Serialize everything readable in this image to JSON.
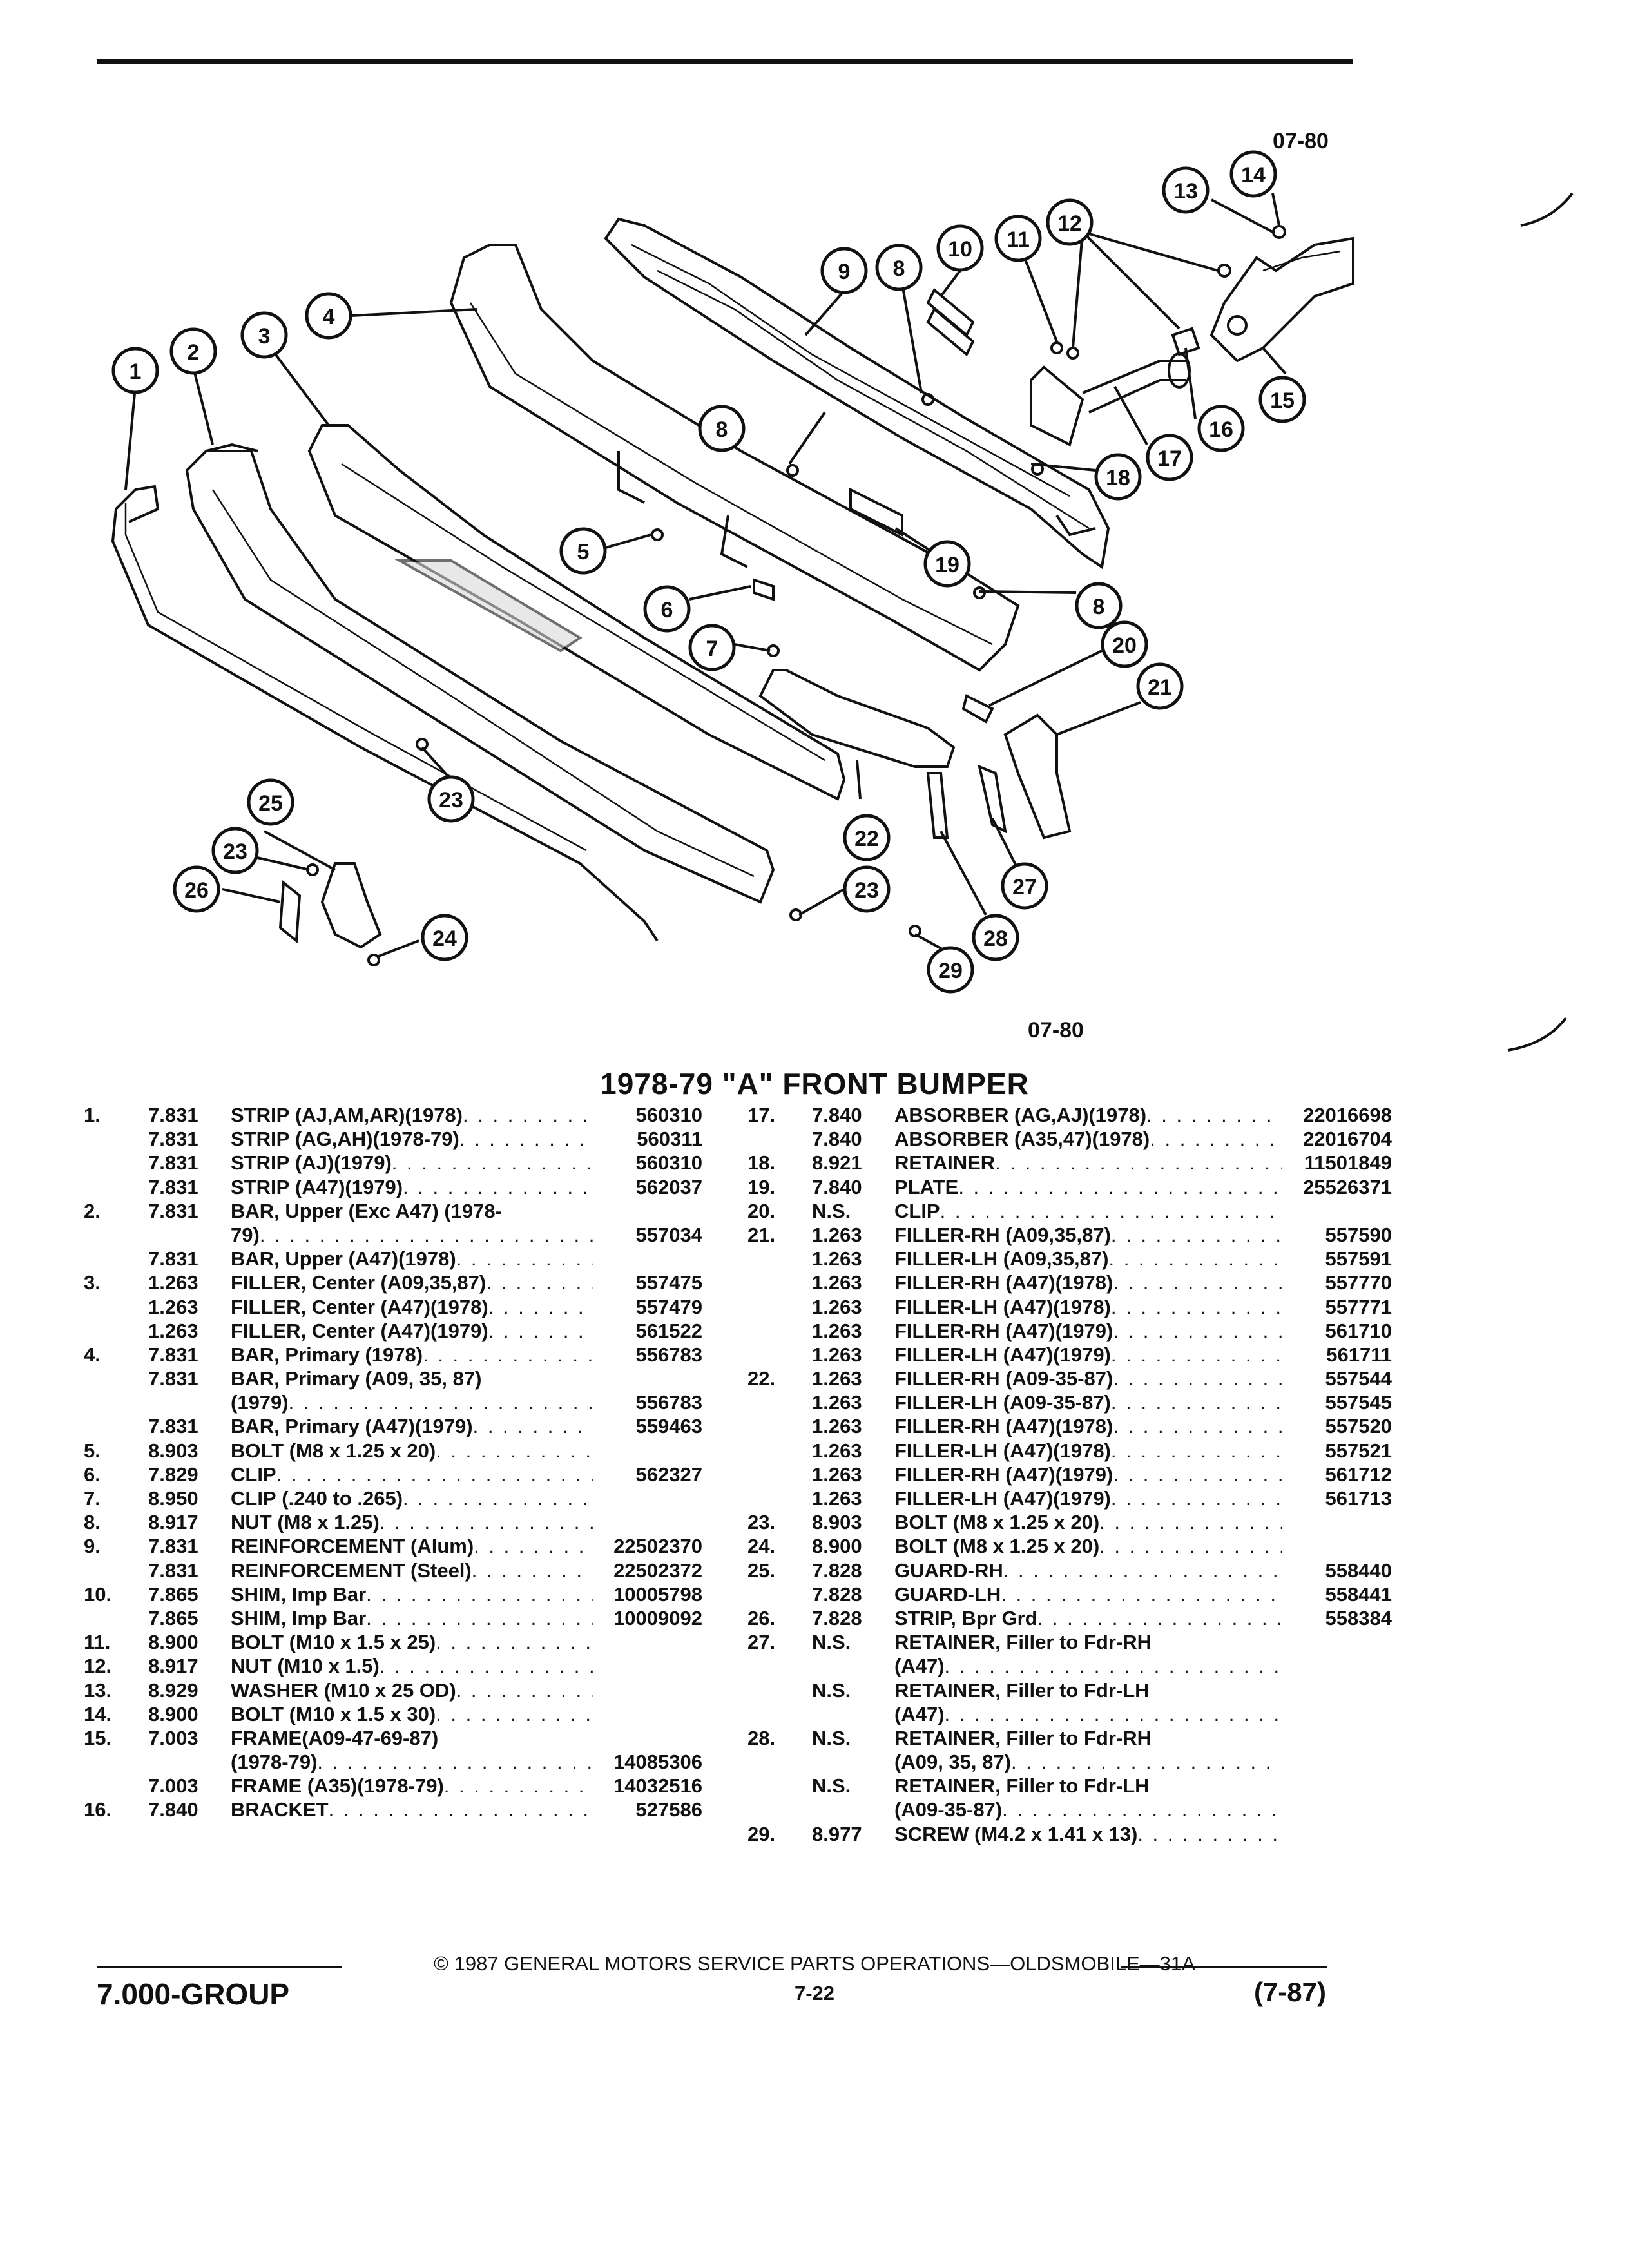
{
  "diagram": {
    "code_top": "07-80",
    "code_bottom": "07-80",
    "callouts": [
      "1",
      "2",
      "3",
      "4",
      "5",
      "6",
      "7",
      "8",
      "9",
      "10",
      "11",
      "12",
      "13",
      "14",
      "15",
      "16",
      "17",
      "18",
      "19",
      "20",
      "21",
      "22",
      "23",
      "24",
      "25",
      "26",
      "27",
      "28",
      "29"
    ]
  },
  "title": "1978-79 \"A\" FRONT BUMPER",
  "left_rows": [
    {
      "num": "1.",
      "grp": "7.831",
      "name": "STRIP",
      "qual": " (AJ,AM,AR)(1978)",
      "dots": true,
      "part": "560310"
    },
    {
      "num": "",
      "grp": "7.831",
      "name": "STRIP",
      "qual": " (AG,AH)(1978-79)",
      "dots": true,
      "part": "560311"
    },
    {
      "num": "",
      "grp": "7.831",
      "name": "STRIP",
      "qual": " (AJ)(1979)",
      "dots": true,
      "part": "560310"
    },
    {
      "num": "",
      "grp": "7.831",
      "name": "STRIP",
      "qual": " (A47)(1979)",
      "dots": true,
      "part": "562037"
    },
    {
      "num": "2.",
      "grp": "7.831",
      "name": "BAR,",
      "qual": " Upper (Exc A47) (1978-",
      "dots": false,
      "part": ""
    },
    {
      "num": "",
      "grp": "",
      "name": "",
      "qual": "79)",
      "dots": true,
      "part": "557034"
    },
    {
      "num": "",
      "grp": "7.831",
      "name": "BAR,",
      "qual": " Upper (A47)(1978)",
      "dots": true,
      "part": ""
    },
    {
      "num": "3.",
      "grp": "1.263",
      "name": "FILLER,",
      "qual": " Center (A09,35,87)",
      "dots": true,
      "part": "557475"
    },
    {
      "num": "",
      "grp": "1.263",
      "name": "FILLER,",
      "qual": " Center (A47)(1978)",
      "dots": true,
      "part": "557479"
    },
    {
      "num": "",
      "grp": "1.263",
      "name": "FILLER,",
      "qual": " Center (A47)(1979)",
      "dots": true,
      "part": "561522"
    },
    {
      "num": "4.",
      "grp": "7.831",
      "name": "BAR,",
      "qual": " Primary (1978)",
      "dots": true,
      "part": "556783"
    },
    {
      "num": "",
      "grp": "7.831",
      "name": "BAR,",
      "qual": " Primary (A09, 35, 87)",
      "dots": false,
      "part": ""
    },
    {
      "num": "",
      "grp": "",
      "name": "",
      "qual": "(1979)",
      "dots": true,
      "part": "556783"
    },
    {
      "num": "",
      "grp": "7.831",
      "name": "BAR,",
      "qual": " Primary (A47)(1979)",
      "dots": true,
      "part": "559463"
    },
    {
      "num": "5.",
      "grp": "8.903",
      "name": "BOLT",
      "qual": " (M8 x 1.25 x 20)",
      "dots": true,
      "part": ""
    },
    {
      "num": "6.",
      "grp": "7.829",
      "name": "CLIP",
      "qual": "",
      "dots": true,
      "part": "562327"
    },
    {
      "num": "7.",
      "grp": "8.950",
      "name": "CLIP",
      "qual": " (.240 to .265)",
      "dots": true,
      "part": ""
    },
    {
      "num": "8.",
      "grp": "8.917",
      "name": "NUT",
      "qual": " (M8 x 1.25)",
      "dots": true,
      "part": ""
    },
    {
      "num": "9.",
      "grp": "7.831",
      "name": "REINFORCEMENT",
      "qual": " (Alum)",
      "dots": true,
      "part": "22502370"
    },
    {
      "num": "",
      "grp": "7.831",
      "name": "REINFORCEMENT",
      "qual": " (Steel)",
      "dots": true,
      "part": "22502372"
    },
    {
      "num": "10.",
      "grp": "7.865",
      "name": "SHIM,",
      "qual": " Imp Bar",
      "dots": true,
      "part": "10005798"
    },
    {
      "num": "",
      "grp": "7.865",
      "name": "SHIM,",
      "qual": " Imp Bar",
      "dots": true,
      "part": "10009092"
    },
    {
      "num": "11.",
      "grp": "8.900",
      "name": "BOLT",
      "qual": " (M10 x 1.5 x 25)",
      "dots": true,
      "part": ""
    },
    {
      "num": "12.",
      "grp": "8.917",
      "name": "NUT",
      "qual": " (M10 x 1.5)",
      "dots": true,
      "part": ""
    },
    {
      "num": "13.",
      "grp": "8.929",
      "name": "WASHER",
      "qual": " (M10 x 25 OD)",
      "dots": true,
      "part": ""
    },
    {
      "num": "14.",
      "grp": "8.900",
      "name": "BOLT",
      "qual": " (M10 x 1.5 x 30)",
      "dots": true,
      "part": ""
    },
    {
      "num": "15.",
      "grp": "7.003",
      "name": "FRAME",
      "qual": "(A09-47-69-87)",
      "dots": false,
      "part": ""
    },
    {
      "num": "",
      "grp": "",
      "name": "",
      "qual": "(1978-79)",
      "dots": true,
      "part": "14085306"
    },
    {
      "num": "",
      "grp": "7.003",
      "name": "FRAME",
      "qual": " (A35)(1978-79)",
      "dots": true,
      "part": "14032516"
    },
    {
      "num": "16.",
      "grp": "7.840",
      "name": "BRACKET",
      "qual": "",
      "dots": true,
      "part": "527586"
    }
  ],
  "right_rows": [
    {
      "num": "17.",
      "grp": "7.840",
      "name": "ABSORBER",
      "qual": " (AG,AJ)(1978)",
      "dots": true,
      "part": "22016698"
    },
    {
      "num": "",
      "grp": "7.840",
      "name": "ABSORBER",
      "qual": " (A35,47)(1978)",
      "dots": true,
      "part": "22016704"
    },
    {
      "num": "18.",
      "grp": "8.921",
      "name": "RETAINER",
      "qual": "",
      "dots": true,
      "part": "11501849"
    },
    {
      "num": "19.",
      "grp": "7.840",
      "name": "PLATE",
      "qual": "",
      "dots": true,
      "part": "25526371"
    },
    {
      "num": "20.",
      "grp": "N.S.",
      "name": "CLIP",
      "qual": "",
      "dots": true,
      "part": ""
    },
    {
      "num": "21.",
      "grp": "1.263",
      "name": "FILLER-RH",
      "qual": " (A09,35,87)",
      "dots": true,
      "part": "557590"
    },
    {
      "num": "",
      "grp": "1.263",
      "name": "FILLER-LH",
      "qual": " (A09,35,87)",
      "dots": true,
      "part": "557591"
    },
    {
      "num": "",
      "grp": "1.263",
      "name": "FILLER-RH",
      "qual": " (A47)(1978)",
      "dots": true,
      "part": "557770"
    },
    {
      "num": "",
      "grp": "1.263",
      "name": "FILLER-LH",
      "qual": " (A47)(1978)",
      "dots": true,
      "part": "557771"
    },
    {
      "num": "",
      "grp": "1.263",
      "name": "FILLER-RH",
      "qual": " (A47)(1979)",
      "dots": true,
      "part": "561710"
    },
    {
      "num": "",
      "grp": "1.263",
      "name": "FILLER-LH",
      "qual": " (A47)(1979)",
      "dots": true,
      "part": "561711"
    },
    {
      "num": "22.",
      "grp": "1.263",
      "name": "FILLER-RH",
      "qual": " (A09-35-87)",
      "dots": true,
      "part": "557544"
    },
    {
      "num": "",
      "grp": "1.263",
      "name": "FILLER-LH",
      "qual": " (A09-35-87)",
      "dots": true,
      "part": "557545"
    },
    {
      "num": "",
      "grp": "1.263",
      "name": "FILLER-RH",
      "qual": " (A47)(1978)",
      "dots": true,
      "part": "557520"
    },
    {
      "num": "",
      "grp": "1.263",
      "name": "FILLER-LH",
      "qual": " (A47)(1978)",
      "dots": true,
      "part": "557521"
    },
    {
      "num": "",
      "grp": "1.263",
      "name": "FILLER-RH",
      "qual": " (A47)(1979)",
      "dots": true,
      "part": "561712"
    },
    {
      "num": "",
      "grp": "1.263",
      "name": "FILLER-LH",
      "qual": " (A47)(1979)",
      "dots": true,
      "part": "561713"
    },
    {
      "num": "23.",
      "grp": "8.903",
      "name": "BOLT",
      "qual": " (M8 x 1.25 x 20)",
      "dots": true,
      "part": ""
    },
    {
      "num": "24.",
      "grp": "8.900",
      "name": "BOLT",
      "qual": " (M8 x 1.25 x 20)",
      "dots": true,
      "part": ""
    },
    {
      "num": "25.",
      "grp": "7.828",
      "name": "GUARD-RH",
      "qual": "",
      "dots": true,
      "part": "558440"
    },
    {
      "num": "",
      "grp": "7.828",
      "name": "GUARD-LH",
      "qual": "",
      "dots": true,
      "part": "558441"
    },
    {
      "num": "26.",
      "grp": "7.828",
      "name": "STRIP,",
      "qual": " Bpr Grd",
      "dots": true,
      "part": "558384"
    },
    {
      "num": "27.",
      "grp": "N.S.",
      "name": "RETAINER,",
      "qual": " Filler to Fdr-RH",
      "dots": false,
      "part": ""
    },
    {
      "num": "",
      "grp": "",
      "name": "",
      "qual": "(A47)",
      "dots": true,
      "part": ""
    },
    {
      "num": "",
      "grp": "N.S.",
      "name": "RETAINER,",
      "qual": " Filler to Fdr-LH",
      "dots": false,
      "part": ""
    },
    {
      "num": "",
      "grp": "",
      "name": "",
      "qual": "(A47)",
      "dots": true,
      "part": ""
    },
    {
      "num": "28.",
      "grp": "N.S.",
      "name": "RETAINER,",
      "qual": " Filler to Fdr-RH",
      "dots": false,
      "part": ""
    },
    {
      "num": "",
      "grp": "",
      "name": "",
      "qual": "(A09, 35, 87)",
      "dots": true,
      "part": ""
    },
    {
      "num": "",
      "grp": "N.S.",
      "name": "RETAINER,",
      "qual": " Filler to Fdr-LH",
      "dots": false,
      "part": ""
    },
    {
      "num": "",
      "grp": "",
      "name": "",
      "qual": "(A09-35-87)",
      "dots": true,
      "part": ""
    },
    {
      "num": "29.",
      "grp": "8.977",
      "name": "SCREW",
      "qual": " (M4.2 x 1.41 x 13)",
      "dots": true,
      "part": ""
    }
  ],
  "footer": {
    "copyright": "© 1987 GENERAL MOTORS SERVICE PARTS OPERATIONS—OLDSMOBILE—31A",
    "group": "7.000-GROUP",
    "page": "7-22",
    "date": "(7-87)"
  }
}
